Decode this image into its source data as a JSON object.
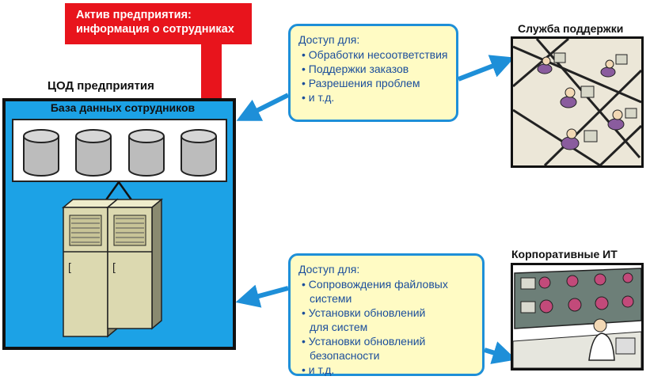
{
  "asset": {
    "line1": "Актив предприятия:",
    "line2": "информация о сотрудниках"
  },
  "datacenter": {
    "title": "ЦОД предприятия",
    "database_title": "База данных сотрудников"
  },
  "callout_support": {
    "heading": "Доступ для:",
    "items": [
      "• Обработки несоответствия",
      "• Поддержки заказов",
      "• Разрешения проблем",
      "• и т.д."
    ]
  },
  "callout_it": {
    "heading": "Доступ для:",
    "items": [
      "• Сопровождения файловых",
      "системи",
      "• Установки обновлений",
      "для систем",
      "• Установки обновлений",
      "безопасности",
      "• и т.д."
    ]
  },
  "support_label": "Служба поддержки",
  "it_label": "Корпоративные ИТ",
  "colors": {
    "asset_red": "#e8141c",
    "datacenter_blue": "#1ca2e6",
    "arrow_blue": "#1e8fd8",
    "callout_fill": "#fffbc4",
    "callout_text": "#1b4e9b"
  }
}
